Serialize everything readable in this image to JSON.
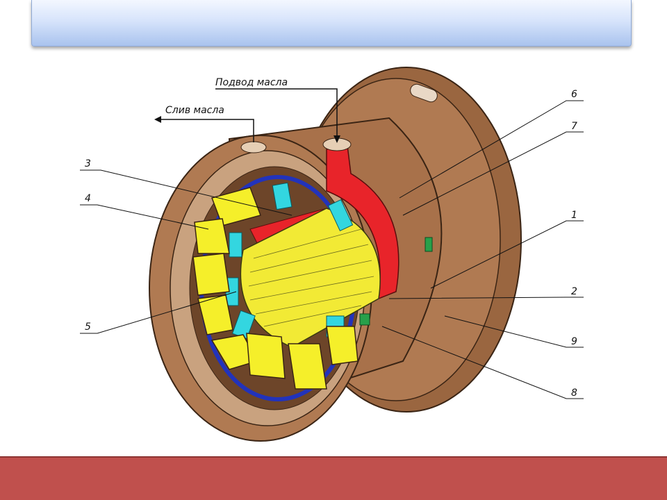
{
  "header": {
    "title": ""
  },
  "diagram": {
    "labels": {
      "oil_supply": "Подвод масла",
      "oil_drain": "Слив масла"
    },
    "callouts": [
      "6",
      "7",
      "3",
      "4",
      "1",
      "2",
      "5",
      "9",
      "8"
    ]
  },
  "footer": {
    "text": ""
  },
  "colors": {
    "body": "#b07a52",
    "body_dark": "#7a4a2c",
    "pads": "#f5ef2a",
    "shaft": "#f2ea35",
    "oil_channel": "#e8242a",
    "cyan_inserts": "#33d6e0",
    "blue_ring": "#2233bb",
    "green_part": "#27a04a",
    "footer": "#c0504d",
    "header_top": "#f3f7ff",
    "header_bottom": "#a9c3ee"
  }
}
